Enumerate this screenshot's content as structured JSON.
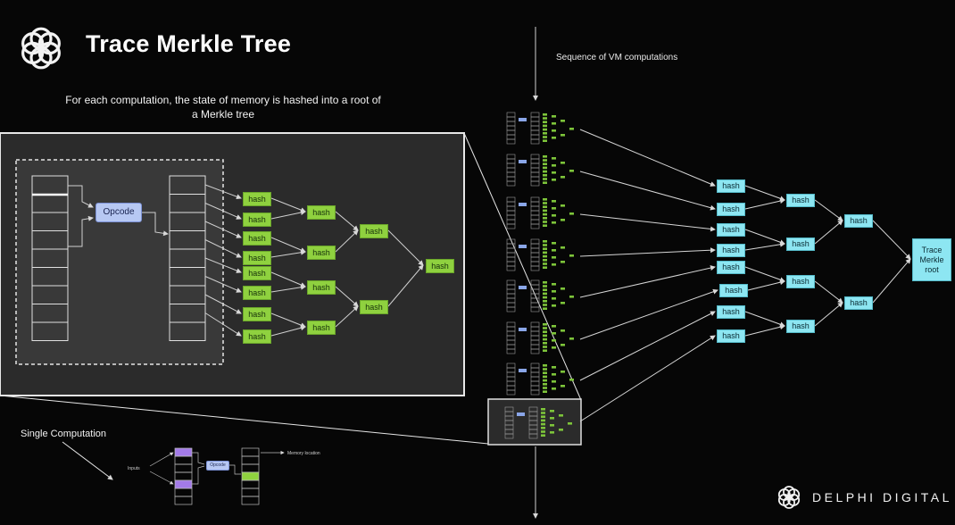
{
  "title": "Trace Merkle Tree",
  "caption": "For each computation, the state of memory is hashed into a root of a Merkle tree",
  "sequence_label": "Sequence of VM computations",
  "single_label": "Single Computation",
  "brand": "DELPHI DIGITAL",
  "opcode_label": "Opcode",
  "hash_label": "hash",
  "root_label": "Trace Merkle root",
  "small": {
    "inputs": "Inputs",
    "opcode": "Opcode",
    "memory_location": "Memory location"
  },
  "colors": {
    "hash_green": "#8fd13f",
    "hash_cyan": "#8de6f2",
    "opcode_blue": "#b7c8f3",
    "purple": "#a37be8",
    "background": "#060606"
  }
}
